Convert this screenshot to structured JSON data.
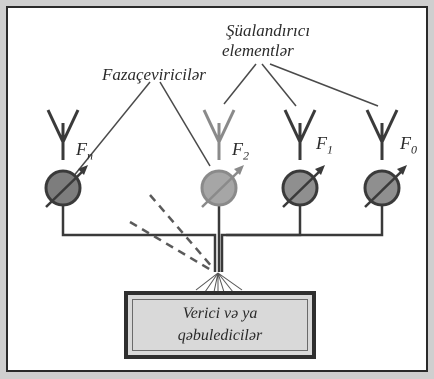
{
  "labels": {
    "radiating_elements_line1": "Şüalandırıcı",
    "radiating_elements_line2": "elementlər",
    "phase_shifters": "Fazaçeviricilər"
  },
  "channels": [
    {
      "label": "F",
      "sub": "n",
      "color": "#7d7d7d"
    },
    {
      "label": "F",
      "sub": "2",
      "color": "#a6a6a6"
    },
    {
      "label": "F",
      "sub": "1",
      "color": "#8f8f8f"
    },
    {
      "label": "F",
      "sub": "0",
      "color": "#8f8f8f"
    }
  ],
  "box": {
    "line1": "Verici və ya",
    "line2": "qəbuledicilər"
  },
  "colors": {
    "line": "#3a3a3a",
    "box_fill": "#d9d9d9",
    "panel": "#ffffff"
  }
}
